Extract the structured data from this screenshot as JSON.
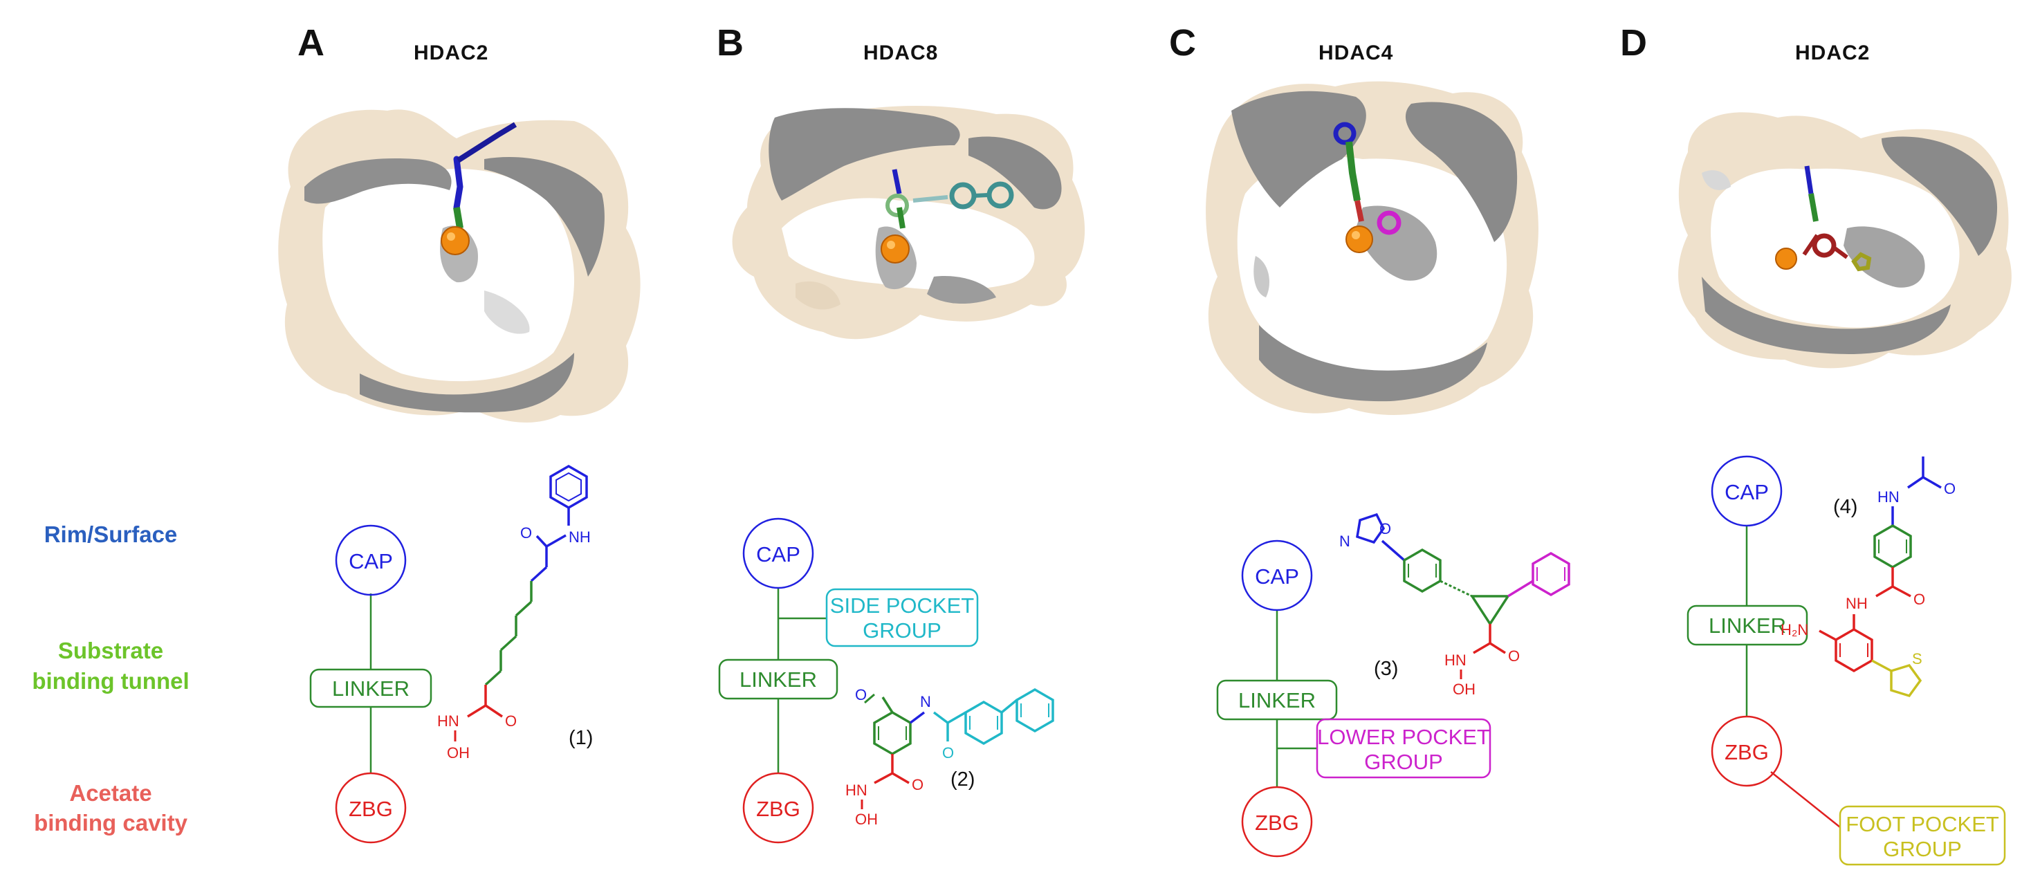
{
  "panels": [
    {
      "label": "A",
      "protein": "HDAC2"
    },
    {
      "label": "B",
      "protein": "HDAC8"
    },
    {
      "label": "C",
      "protein": "HDAC4"
    },
    {
      "label": "D",
      "protein": "HDAC2"
    }
  ],
  "regions": {
    "rim": "Rim/Surface",
    "tunnel_line1": "Substrate",
    "tunnel_line2": "binding tunnel",
    "cavity_line1": "Acetate",
    "cavity_line2": "binding cavity"
  },
  "pharmacophore": {
    "cap": "CAP",
    "linker": "LINKER",
    "zbg": "ZBG",
    "side_pocket_line1": "SIDE POCKET",
    "side_pocket_line2": "GROUP",
    "lower_pocket_line1": "LOWER POCKET",
    "lower_pocket_line2": "GROUP",
    "foot_pocket_line1": "FOOT POCKET",
    "foot_pocket_line2": "GROUP"
  },
  "compounds": [
    "(1)",
    "(2)",
    "(3)",
    "(4)"
  ],
  "atoms": {
    "O": "O",
    "NH": "NH",
    "HN": "HN",
    "OH": "OH",
    "N": "N",
    "S": "S",
    "H2N": "H₂N"
  },
  "colors": {
    "cap": "#2020e0",
    "linker": "#2e8b2e",
    "zbg": "#e02020",
    "side": "#20b8c8",
    "lower": "#cc22cc",
    "foot": "#c8c020",
    "rim_label": "#2a5fbf",
    "tunnel_label": "#6cc42a",
    "cavity_label": "#e8605a",
    "protein": "#efe1cc",
    "pocket": "#9a9a9a"
  }
}
